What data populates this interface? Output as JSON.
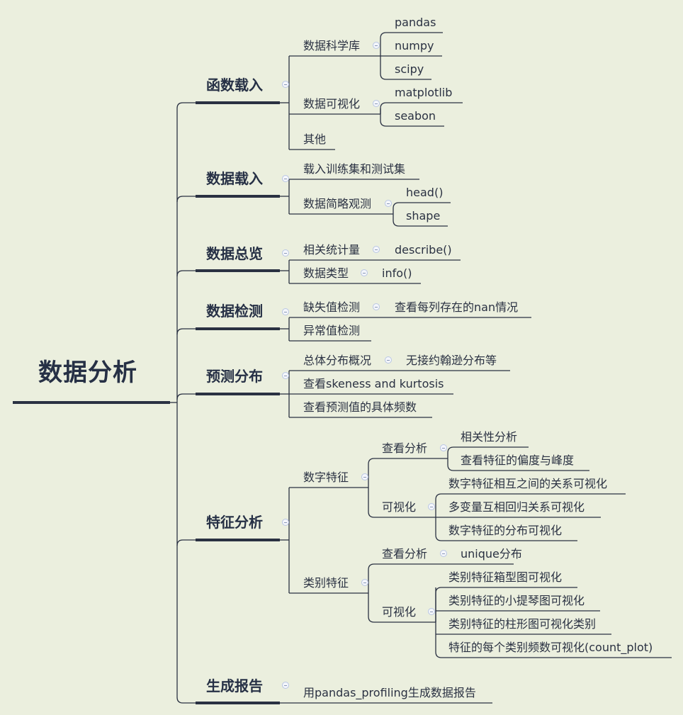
{
  "root": {
    "label": "数据分析"
  },
  "branches": [
    {
      "label": "函数载入",
      "children": [
        {
          "label": "数据科学库",
          "children": [
            "pandas",
            "numpy",
            "scipy"
          ]
        },
        {
          "label": "数据可视化",
          "children": [
            "matplotlib",
            "seabon"
          ]
        },
        {
          "label": "其他"
        }
      ]
    },
    {
      "label": "数据载入",
      "children": [
        {
          "label": "载入训练集和测试集"
        },
        {
          "label": "数据简略观测",
          "children": [
            "head()",
            "shape"
          ]
        }
      ]
    },
    {
      "label": "数据总览",
      "children": [
        {
          "label": "相关统计量",
          "children": [
            "describe()"
          ]
        },
        {
          "label": "数据类型",
          "children": [
            "info()"
          ]
        }
      ]
    },
    {
      "label": "数据检测",
      "children": [
        {
          "label": "缺失值检测",
          "children": [
            "查看每列存在的nan情况"
          ]
        },
        {
          "label": "异常值检测"
        }
      ]
    },
    {
      "label": "预测分布",
      "children": [
        {
          "label": "总体分布概况",
          "children": [
            "无接约翰逊分布等"
          ]
        },
        {
          "label": "查看skeness and kurtosis"
        },
        {
          "label": "查看预测值的具体频数"
        }
      ]
    },
    {
      "label": "特征分析",
      "children": [
        {
          "label": "数字特征",
          "children": [
            {
              "label": "查看分析",
              "children": [
                "相关性分析",
                "查看特征的偏度与峰度"
              ]
            },
            {
              "label": "可视化",
              "children": [
                "数字特征相互之间的关系可视化",
                "多变量互相回归关系可视化",
                "数字特征的分布可视化"
              ]
            }
          ]
        },
        {
          "label": "类别特征",
          "children": [
            {
              "label": "查看分析",
              "children": [
                "unique分布"
              ]
            },
            {
              "label": "可视化",
              "children": [
                "类别特征箱型图可视化",
                "类别特征的小提琴图可视化",
                "类别特征的柱形图可视化类别",
                "特征的每个类别频数可视化(count_plot)"
              ]
            }
          ]
        }
      ]
    },
    {
      "label": "生成报告",
      "children": [
        {
          "label": "用pandas_profiling生成数据报告"
        }
      ]
    }
  ],
  "colors": {
    "background": "#ebefde",
    "line": "#2a3142",
    "text": "#2a3142"
  }
}
